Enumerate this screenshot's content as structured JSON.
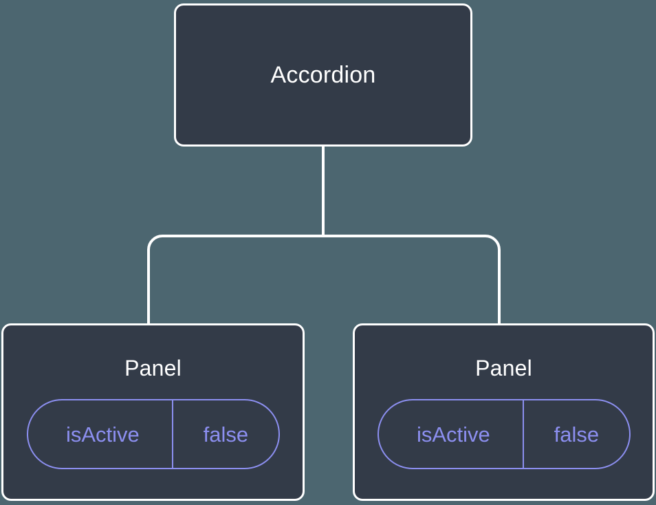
{
  "diagram": {
    "type": "component-tree",
    "background_color": "#4c6670",
    "node_fill_color": "#333b48",
    "node_border_color": "#ffffff",
    "edge_color": "#ffffff",
    "accent_color": "#8c8ff0",
    "root": {
      "title": "Accordion"
    },
    "children": [
      {
        "title": "Panel",
        "state": {
          "key": "isActive",
          "value": "false"
        }
      },
      {
        "title": "Panel",
        "state": {
          "key": "isActive",
          "value": "false"
        }
      }
    ]
  }
}
